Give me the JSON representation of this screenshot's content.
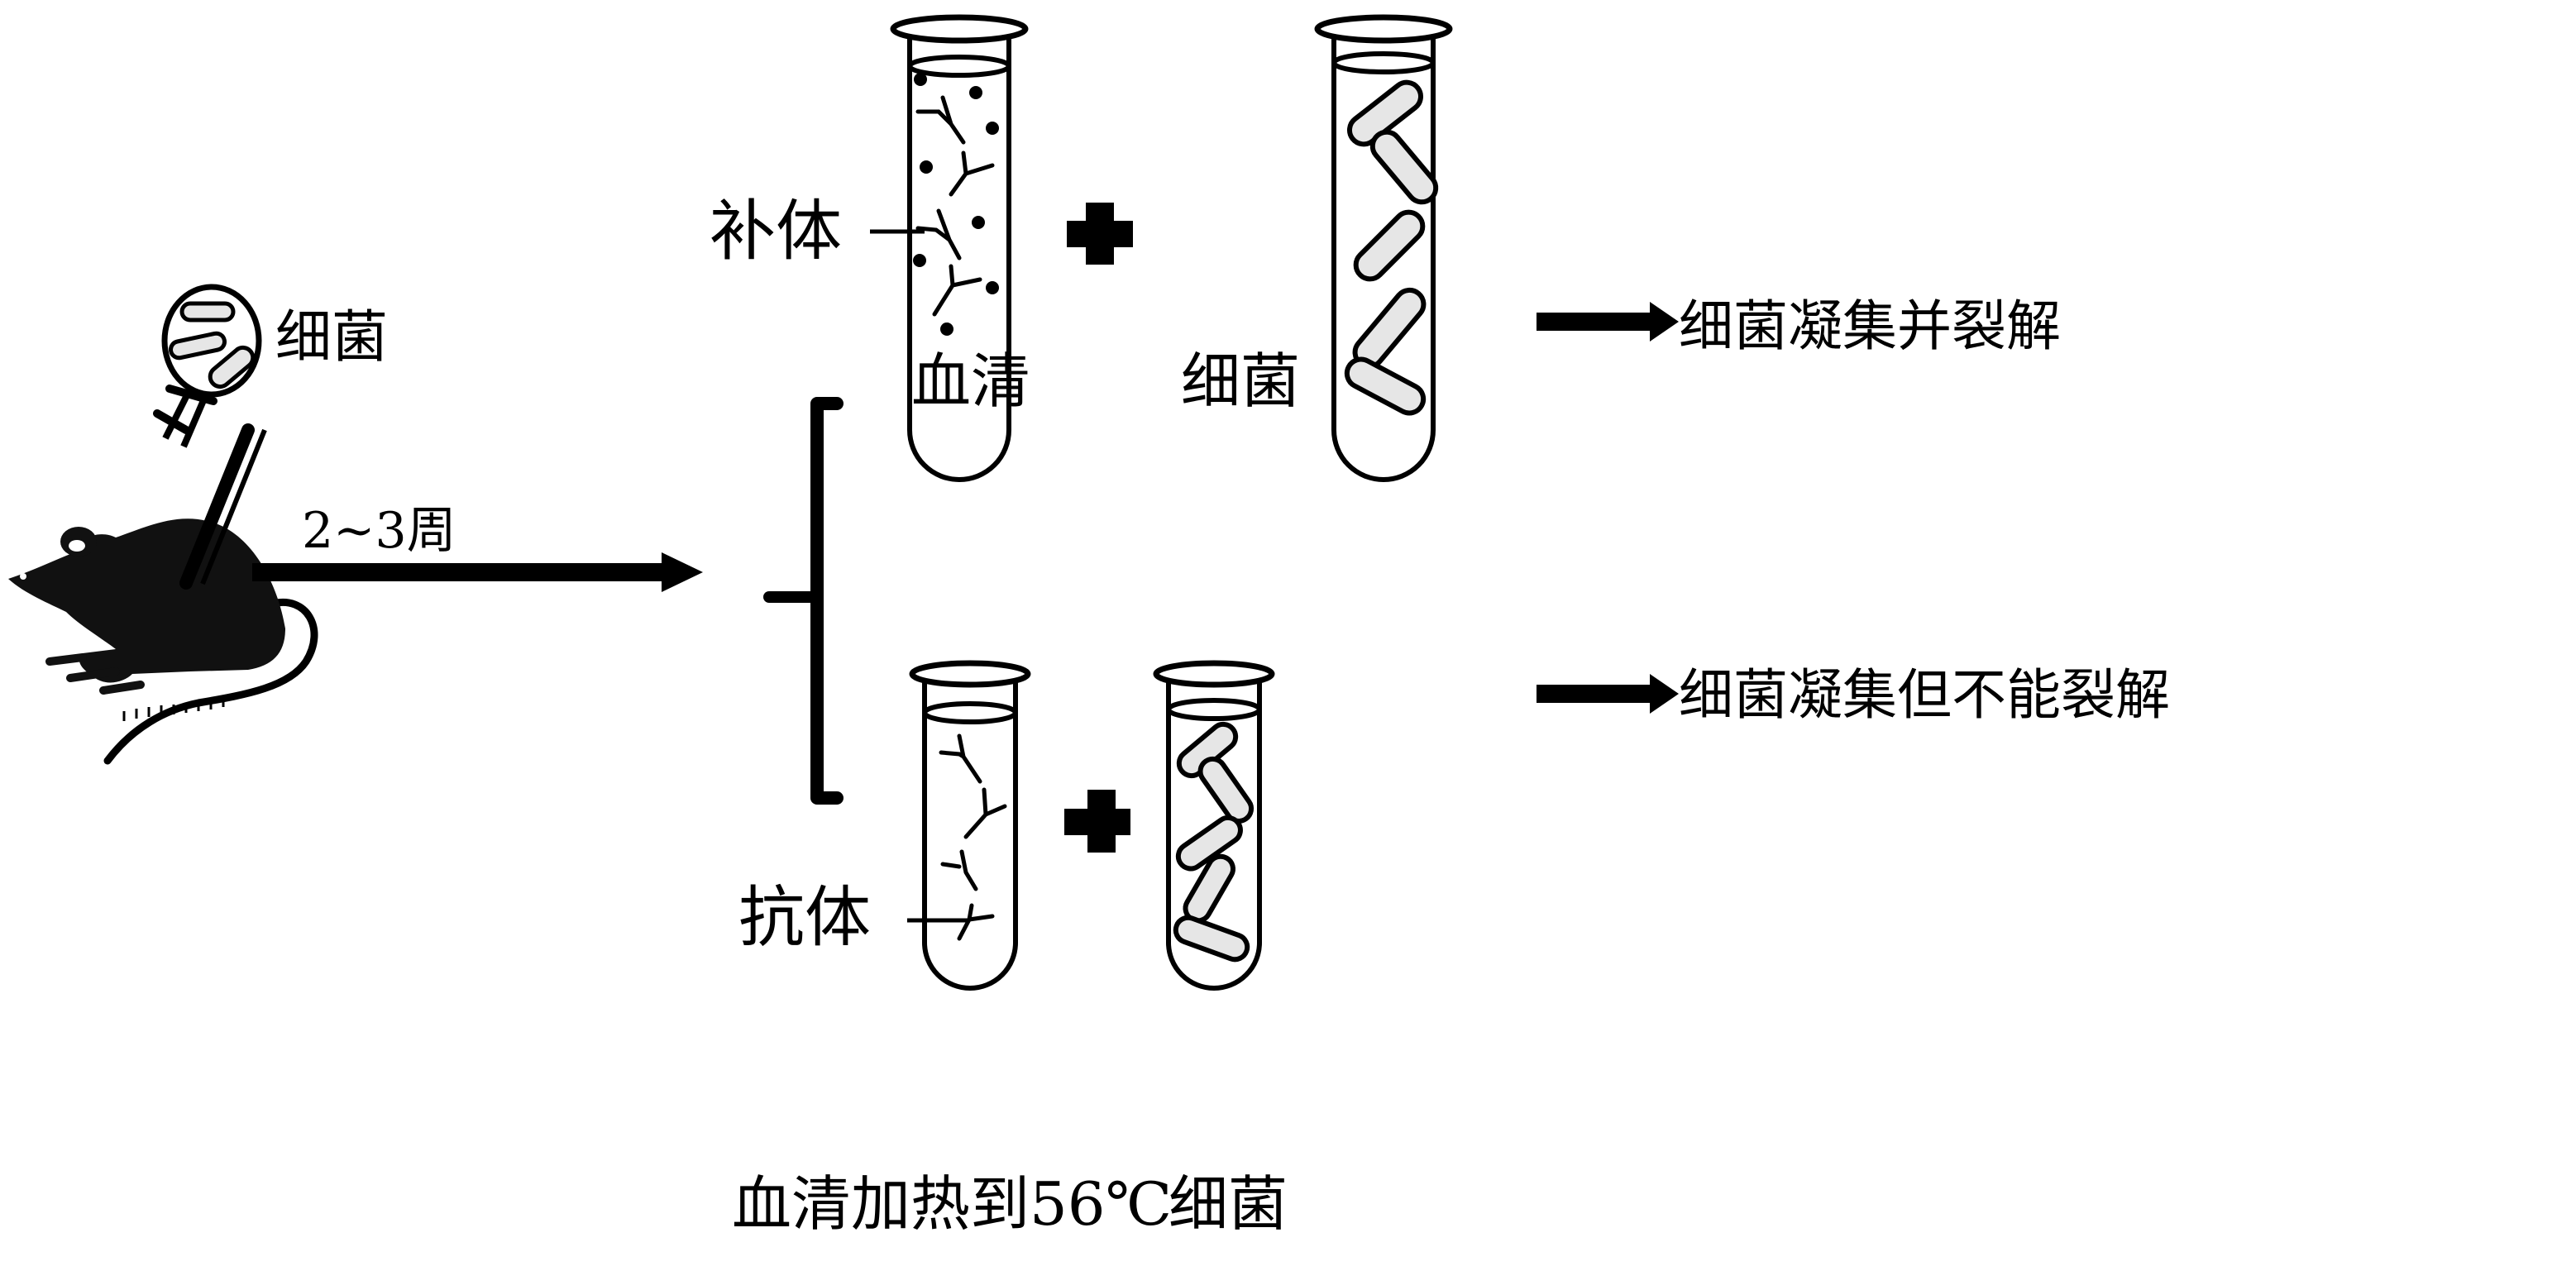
{
  "colors": {
    "ink": "#000000",
    "background": "#ffffff",
    "bacteria_fill": "#e6e6e6",
    "antibody_fill": "#cfcfcf"
  },
  "source": {
    "animal": "mouse",
    "injected_label": "细菌",
    "time_label": "2~3周"
  },
  "experiments": [
    {
      "serum_label": "血清",
      "component_label": "补体",
      "plus_symbol": "+",
      "bacteria_label": "细菌",
      "result": "细菌凝集并裂解"
    },
    {
      "serum_label": "血清加热到56℃",
      "component_label": "抗体",
      "plus_symbol": "+",
      "bacteria_label": "细菌",
      "result": "细菌凝集但不能裂解"
    }
  ]
}
